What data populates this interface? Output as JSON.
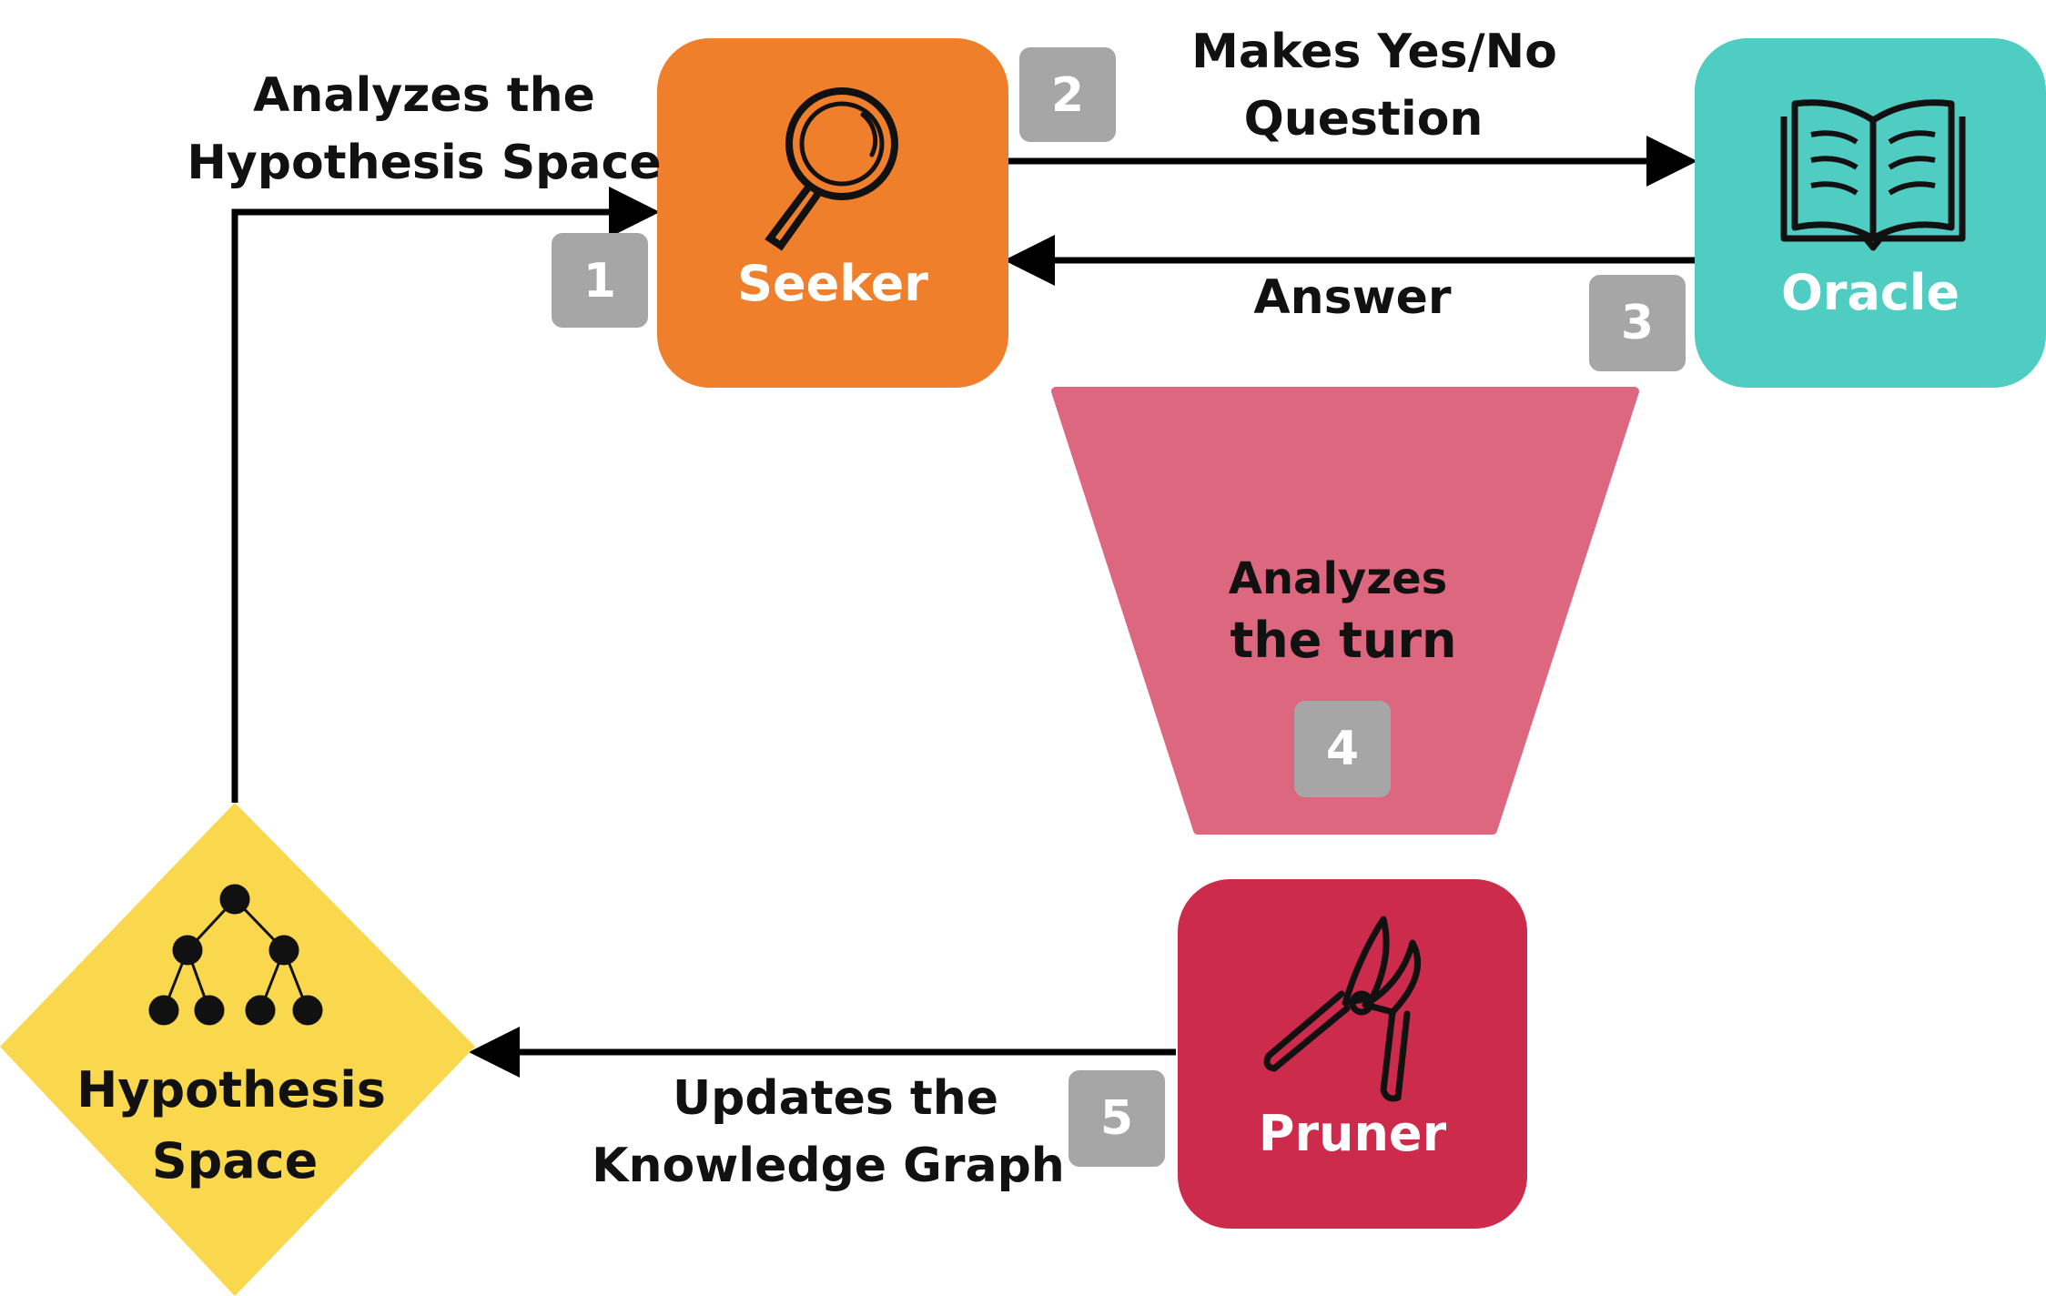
{
  "colors": {
    "seeker": "#F07F2B",
    "oracle": "#4FCDC3",
    "funnel": "#DE6780",
    "pruner": "#CC2B4B",
    "hypothesis": "#FAD84E",
    "badge": "#A6A6A6",
    "line": "#000000"
  },
  "nodes": {
    "seeker": {
      "label": "Seeker",
      "icon": "magnifier-icon"
    },
    "oracle": {
      "label": "Oracle",
      "icon": "open-book-icon"
    },
    "pruner": {
      "label": "Pruner",
      "icon": "pruning-shears-icon"
    },
    "hypothesis": {
      "label_line1": "Hypothesis",
      "label_line2": "Space",
      "icon": "tree-hierarchy-icon"
    },
    "funnel": {
      "label_line1": "Analyzes",
      "label_line2": "the turn"
    }
  },
  "edges": {
    "analyze_space": {
      "line1": "Analyzes the",
      "line2": "Hypothesis Space"
    },
    "question": {
      "line1": "Makes Yes/No",
      "line2": "Question"
    },
    "answer": {
      "line1": "Answer"
    },
    "update_graph": {
      "line1": "Updates the",
      "line2": "Knowledge Graph"
    }
  },
  "steps": [
    "1",
    "2",
    "3",
    "4",
    "5"
  ]
}
